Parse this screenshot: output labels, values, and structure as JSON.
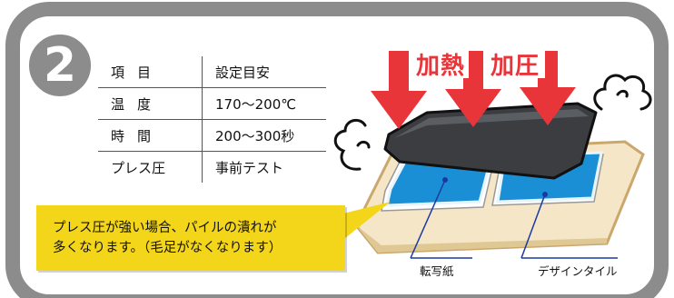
{
  "step": "2",
  "table": {
    "header": {
      "item": "項目",
      "value": "設定目安"
    },
    "rows": [
      {
        "item": "温度",
        "value": "170〜200℃"
      },
      {
        "item": "時間",
        "value": "200〜300秒"
      },
      {
        "item": "プレス圧",
        "value": "事前テスト"
      }
    ]
  },
  "illustration": {
    "heat_label": "加熱",
    "press_label": "加圧"
  },
  "note": {
    "line1": "プレス圧が強い場合、パイルの潰れが",
    "line2": "多くなります。（毛足がなくなります）"
  },
  "callouts": {
    "transfer_paper": "転写紙",
    "design_tile": "デザインタイル"
  },
  "colors": {
    "frame": "#8c8c8c",
    "arrow": "#e8353a",
    "press_plate": "#3b3d41",
    "tile": "#1a8fd6",
    "base": "#f4e6c6",
    "note_bg": "#f3d61a"
  }
}
